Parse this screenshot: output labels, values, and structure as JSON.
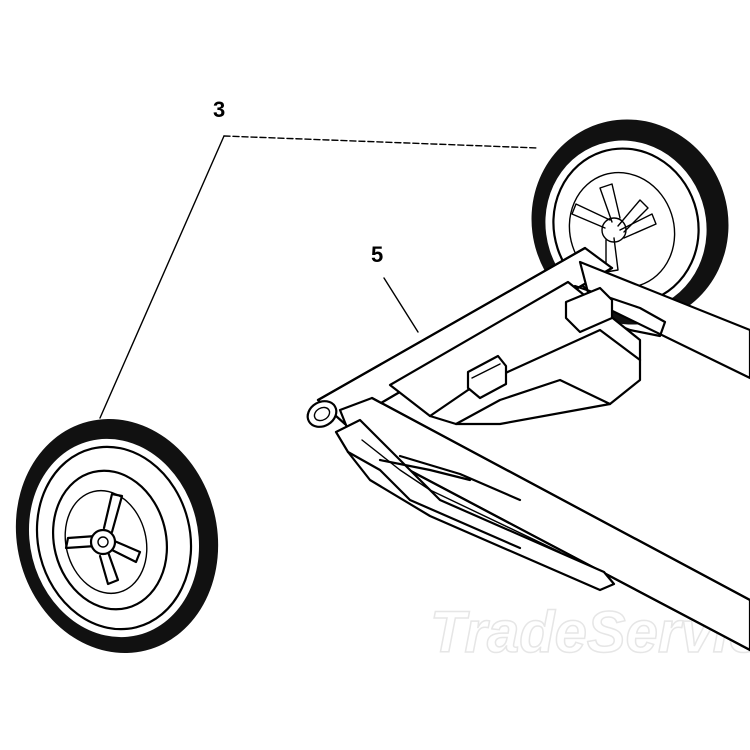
{
  "callouts": {
    "wheel_label": "3",
    "frame_label": "5"
  },
  "watermark": {
    "text": "TradeService"
  }
}
